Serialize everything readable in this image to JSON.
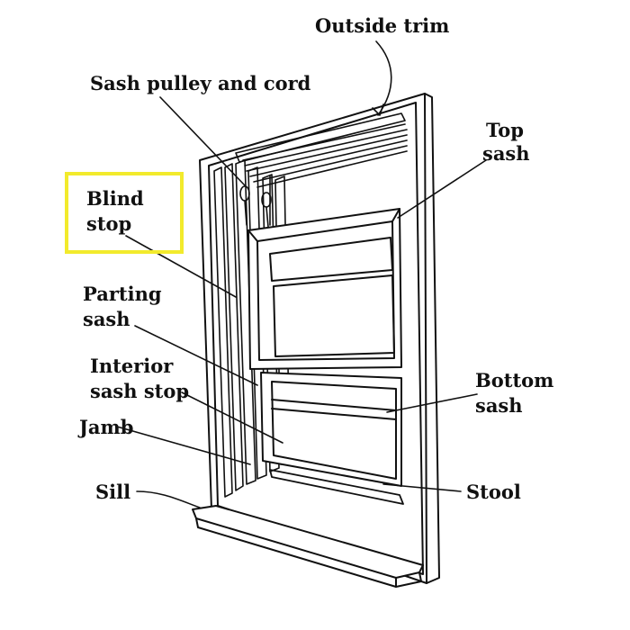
{
  "labels": {
    "outside_trim": "Outside trim",
    "sash_pulley": "Sash pulley and cord",
    "top_sash_1": "Top",
    "top_sash_2": "sash",
    "blind_stop_1": "Blind",
    "blind_stop_2": "stop",
    "parting_sash_1": "Parting",
    "parting_sash_2": "sash",
    "interior_stop_1": "Interior",
    "interior_stop_2": "sash stop",
    "jamb": "Jamb",
    "bottom_sash_1": "Bottom",
    "bottom_sash_2": "sash",
    "sill": "Sill",
    "stool": "Stool"
  },
  "colors": {
    "highlight": "#f2ea2c",
    "ink": "#111111"
  }
}
